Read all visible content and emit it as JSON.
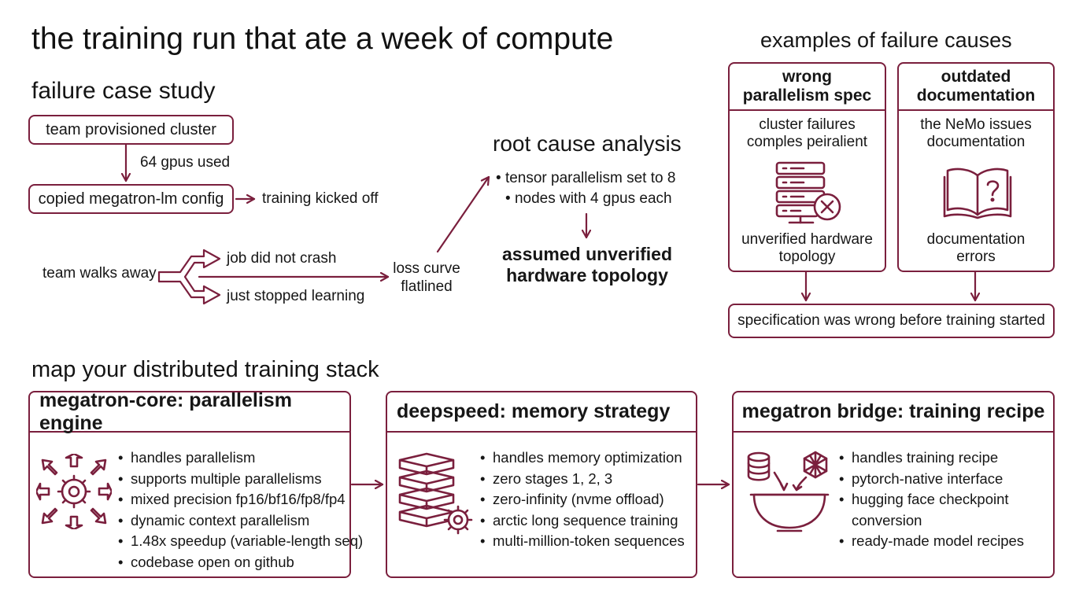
{
  "title": "the training run that ate a  week of compute",
  "case_study": {
    "heading": "failure case study",
    "provisioned": "team provisioned cluster",
    "gpus_used": "64 gpus used",
    "copied_config": "copied megatron-lm config",
    "kicked_off": "training kicked off",
    "walks_away": "team walks away",
    "no_crash": "job did not crash",
    "stopped": "just stopped learning",
    "loss_curve_1": "loss curve",
    "loss_curve_2": "flatlined"
  },
  "root_cause": {
    "heading": "root cause analysis",
    "bullets": [
      "tensor parallelism set to 8",
      "nodes with 4 gpus each"
    ],
    "conclusion_1": "assumed unverified",
    "conclusion_2": "hardware topology"
  },
  "examples": {
    "heading": "examples of failure causes",
    "left": {
      "title_1": "wrong",
      "title_2": "parallelism spec",
      "desc_1": "cluster failures",
      "desc_2": "comples peiralient",
      "icon": "server-error-icon",
      "foot_1": "unverified hardware",
      "foot_2": "topology"
    },
    "right": {
      "title_1": "outdated",
      "title_2": "documentation",
      "desc_1": "the NeMo issues",
      "desc_2": "documentation",
      "icon": "book-question-icon",
      "foot_1": "documentation",
      "foot_2": "errors"
    },
    "conclusion": "specification was wrong before training started"
  },
  "stack": {
    "heading": "map your distributed training stack",
    "cards": [
      {
        "title": "megatron-core: parallelism engine",
        "icon": "gear-arrows-icon",
        "bullets": [
          "handles parallelism",
          "supports multiple parallelisms",
          "mixed precision fp16/bf16/fp8/fp4",
          "dynamic context parallelism",
          "1.48x speedup (variable-length seq)",
          "codebase open on github"
        ]
      },
      {
        "title": "deepspeed: memory strategy",
        "icon": "layers-gear-icon",
        "bullets": [
          "handles memory optimization",
          "zero stages 1, 2, 3",
          "zero-infinity (nvme offload)",
          "arctic long sequence training",
          "multi-million-token sequences"
        ]
      },
      {
        "title": "megatron bridge: training recipe",
        "icon": "recipe-bowl-icon",
        "bullets": [
          "handles training recipe",
          "pytorch-native interface",
          "hugging face checkpoint",
          "ready-made model recipes"
        ],
        "bullet_continuation": "conversion"
      }
    ]
  },
  "colors": {
    "accent": "#7a1f3d",
    "text": "#161616",
    "background": "#ffffff"
  }
}
